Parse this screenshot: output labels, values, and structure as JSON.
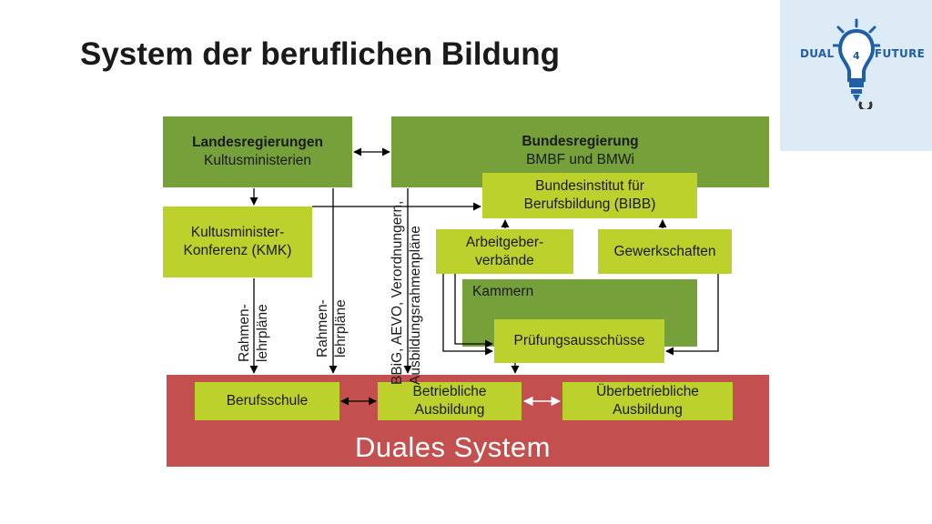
{
  "slide": {
    "title": "System der beruflichen Bildung"
  },
  "logo": {
    "left_word": "DUAL",
    "number": "4",
    "right_word": "FUTURE",
    "icon": "lightbulb-icon"
  },
  "diagram": {
    "landesregierungen": {
      "title": "Landesregierungen",
      "subtitle": "Kultusministerien"
    },
    "bundesregierung": {
      "title": "Bundesregierung",
      "subtitle": "BMBF und BMWi"
    },
    "bibb": {
      "line1": "Bundesinstitut für",
      "line2": "Berufsbildung (BIBB)"
    },
    "kmk": {
      "line1": "Kultusminister-",
      "line2": "Konferenz (KMK)"
    },
    "arbeitgeber": {
      "line1": "Arbeitgeber-",
      "line2": "verbände"
    },
    "gewerkschaften": {
      "label": "Gewerkschaften"
    },
    "kammern": {
      "label": "Kammern"
    },
    "pruefung": {
      "label": "Prüfungsausschüsse"
    },
    "rahmen1": {
      "line1": "Rahmen-",
      "line2": "lehrpläne"
    },
    "rahmen2": {
      "line1": "Rahmen-",
      "line2": "lehrpläne"
    },
    "bbig": {
      "line1": "BBiG, AEVO, Verordnungern,",
      "line2": "Ausbildungsrahmenpläne"
    },
    "duales": {
      "label": "Duales  System"
    },
    "berufsschule": {
      "label": "Berufsschule"
    },
    "betriebliche": {
      "line1": "Betriebliche",
      "line2": "Ausbildung"
    },
    "ueberbetriebliche": {
      "line1": "Überbetriebliche",
      "line2": "Ausbildung"
    }
  },
  "colors": {
    "dark_green": "#76a03a",
    "light_green": "#bcd12b",
    "red": "#c3504e",
    "logo_bg": "#ddebf6",
    "logo_blue": "#1f5fa8"
  }
}
